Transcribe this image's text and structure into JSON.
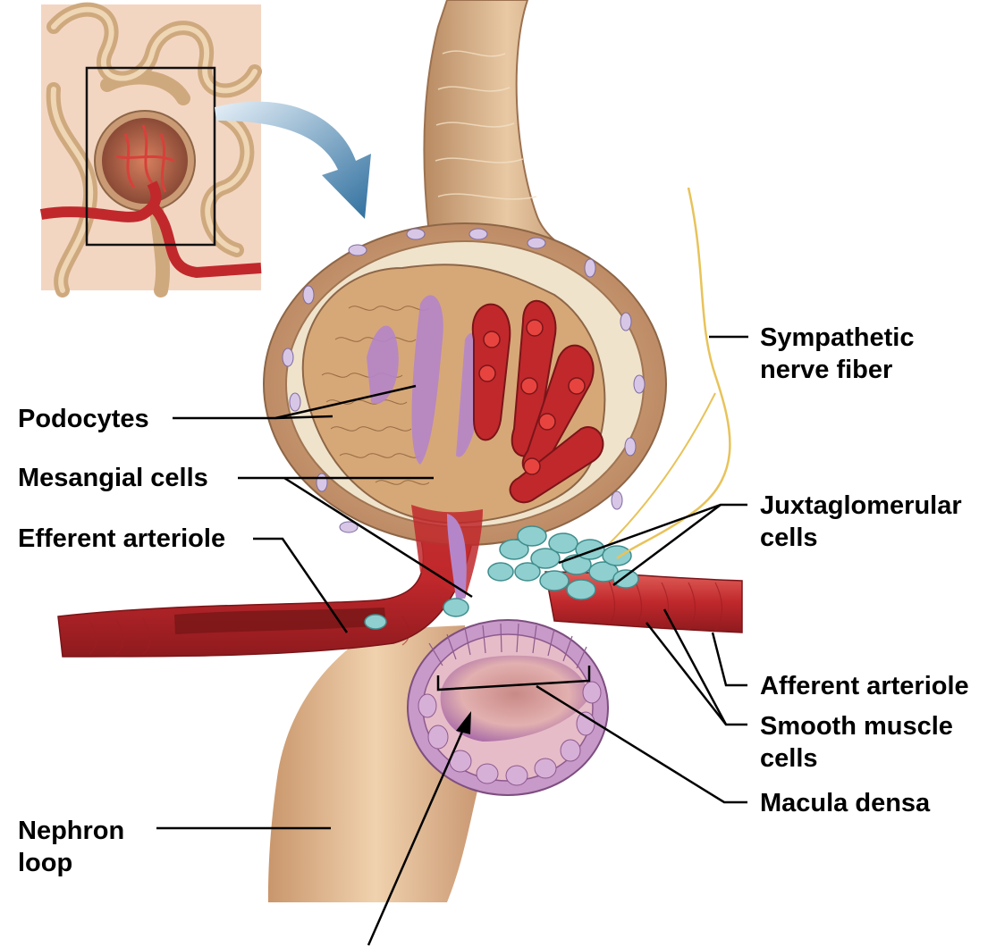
{
  "labels": {
    "podocytes": "Podocytes",
    "mesangial": "Mesangial cells",
    "efferent": "Efferent arteriole",
    "sympathetic": [
      "Sympathetic",
      "nerve fiber"
    ],
    "juxtaglomerular": [
      "Juxtaglomerular",
      "cells"
    ],
    "afferent": "Afferent arteriole",
    "smooth_muscle": [
      "Smooth muscle",
      "cells"
    ],
    "macula_densa": "Macula densa",
    "nephron_loop": [
      "Nephron",
      "loop"
    ]
  },
  "colors": {
    "leader": "#000000",
    "capsule": "#c9a27a",
    "vessel": "#c0282c",
    "vessel_light": "#e0605a",
    "mesangial": "#b585c9",
    "jg_cells": "#8fcfcf",
    "macula": "#c79ac9",
    "tubule": "#d9b08a",
    "nerve": "#e8c35a",
    "arrow": "#3d7fb0",
    "inset_bg": "#f3d6c2"
  }
}
